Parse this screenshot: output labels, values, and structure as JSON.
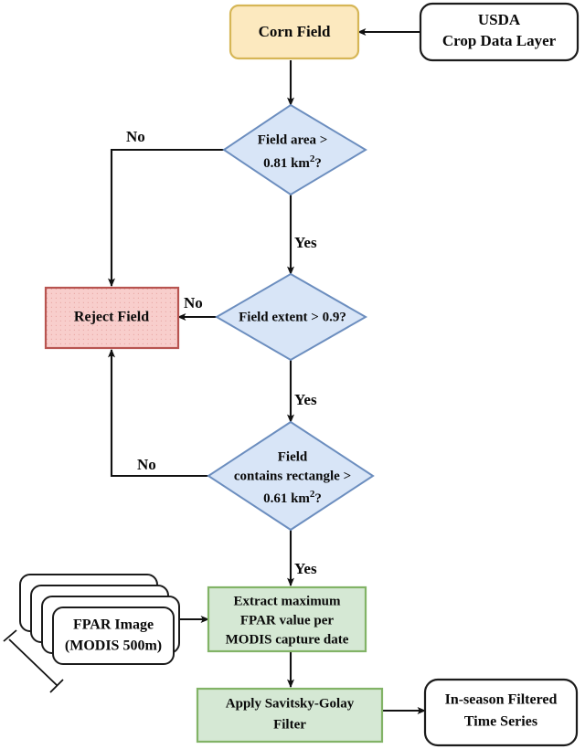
{
  "diagram": {
    "title": "Corn field selection and FPAR time-series processing flowchart",
    "colors": {
      "source_fill": "#ffffff",
      "source_stroke": "#1b1b1b",
      "corn_fill": "#fce9bf",
      "corn_stroke": "#d6b656",
      "decision_fill": "#d8e5f7",
      "decision_stroke": "#6c8ebf",
      "reject_fill": "#f8cecc",
      "reject_stroke": "#b85450",
      "process_fill": "#d5e8d4",
      "process_stroke": "#82b366",
      "line": "#111111",
      "text": "#0a0a0a"
    },
    "nodes": {
      "usda": {
        "label_line1": "USDA",
        "label_line2": "Crop Data Layer",
        "shape": "rounded-rectangle"
      },
      "corn_field": {
        "label": "Corn Field",
        "shape": "rounded-rectangle"
      },
      "decision_area": {
        "label_line1": "Field area >",
        "label_line2_pre": "0.81 km",
        "label_line2_sup": "2",
        "label_line2_post": "?",
        "shape": "diamond"
      },
      "decision_extent": {
        "label": "Field extent > 0.9?",
        "shape": "diamond"
      },
      "decision_rectangle": {
        "label_line1": "Field",
        "label_line2": "contains rectangle >",
        "label_line3_pre": "0.61 km",
        "label_line3_sup": "2",
        "label_line3_post": "?",
        "shape": "diamond"
      },
      "reject_field": {
        "label": "Reject Field",
        "shape": "rectangle"
      },
      "fpar_image": {
        "label_line1": "FPAR Image",
        "label_line2": "(MODIS 500m)",
        "shape": "stacked-rounded-rectangle",
        "stack_count": 4
      },
      "extract_max": {
        "label_line1": "Extract maximum",
        "label_line2": "FPAR value per",
        "label_line3": "MODIS capture date",
        "shape": "rectangle"
      },
      "apply_filter": {
        "label_line1": "Apply Savitsky-Golay",
        "label_line2": "Filter",
        "shape": "rectangle"
      },
      "output_series": {
        "label_line1": "In-season Filtered",
        "label_line2": "Time Series",
        "shape": "rounded-rectangle"
      }
    },
    "edge_labels": {
      "no_area": "No",
      "yes_area": "Yes",
      "no_extent": "No",
      "yes_extent": "Yes",
      "no_rectangle": "No",
      "yes_rectangle": "Yes"
    }
  }
}
